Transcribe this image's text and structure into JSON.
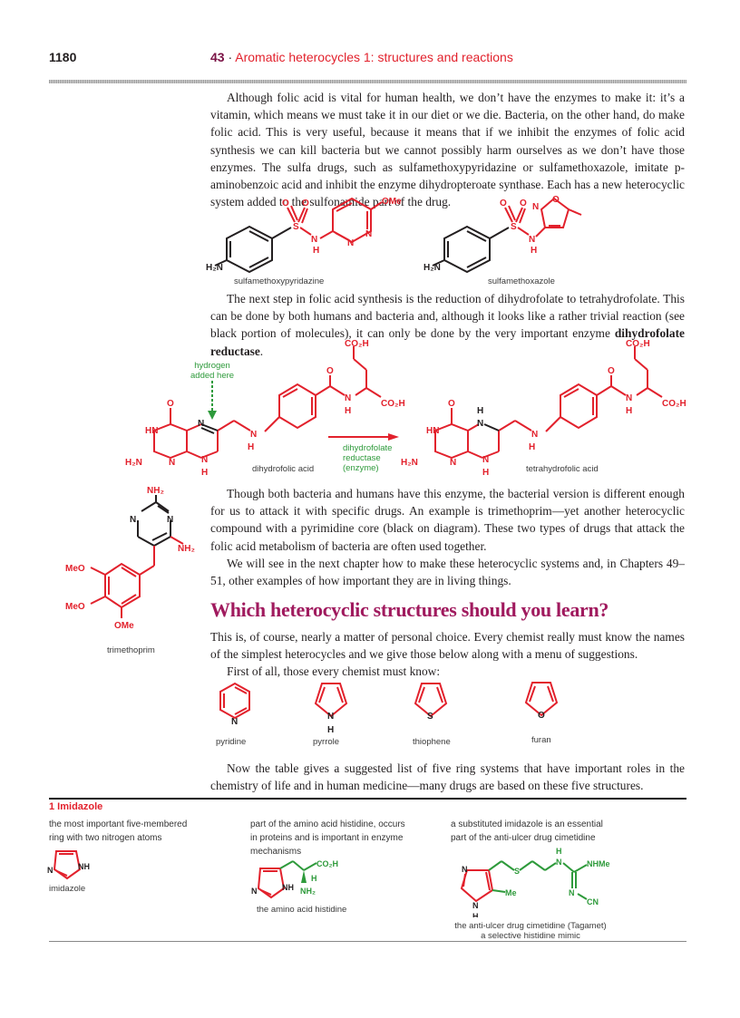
{
  "header": {
    "page_number": "1180",
    "chapter_number": "43",
    "separator": "·",
    "chapter_title": "Aromatic heterocycles 1: structures and reactions"
  },
  "paragraphs": {
    "p1": "Although folic acid is vital for human health, we don’t have the enzymes to make it: it’s a vitamin, which means we must take it in our diet or we die. Bacteria, on the other hand, do make folic acid. This is very useful, because it means that if we inhibit the enzymes of folic acid synthesis we can kill bacteria but we cannot possibly harm ourselves as we don’t have those enzymes. The sulfa drugs, such as sulfamethoxypyridazine or sulfamethoxazole, imitate p-aminobenzoic acid and inhibit the enzyme dihydropteroate synthase. Each has a new heterocyclic system added to the sulfonamide part of the drug.",
    "p2_start": "The next step in folic acid synthesis is the reduction of dihydrofolate to tetrahydrofolate. This can be done by both humans and bacteria and, although it looks like a rather trivial reaction (see black portion of molecules), it can only be done by the very important enzyme ",
    "p2_bold": "dihydrofolate reductase",
    "p2_end": ".",
    "p3": "Though both bacteria and humans have this enzyme, the bacterial version is different enough for us to attack it with specific drugs. An example is trimethoprim—yet another heterocyclic compound with a pyrimidine core (black on diagram). These two types of drugs that attack the folic acid metabolism of bacteria are often used together.",
    "p4": "We will see in the next chapter how to make these heterocyclic systems and, in Chapters 49–51, other examples of how important they are in living things.",
    "p5": "This is, of course, nearly a matter of personal choice. Every chemist really must know the names of the simplest heterocycles and we give those below along with a menu of suggestions.",
    "p6": "First of all, those every chemist must know:",
    "p7": "Now the table gives a suggested list of five ring systems that have important roles in the chemistry of life and in human medicine—many drugs are based on these five structures."
  },
  "section": {
    "title": "Which heterocyclic structures should you learn?"
  },
  "figures": {
    "sulfa": {
      "left_caption": "sulfamethoxypyridazine",
      "right_caption": "sulfamethoxazole",
      "labels": {
        "ome": "OMe",
        "o": "O",
        "s": "S",
        "n": "N",
        "h": "H",
        "h2n": "H₂N"
      }
    },
    "folate": {
      "annotation": [
        "hydrogen",
        "added here"
      ],
      "left_caption": "dihydrofolic acid",
      "right_caption": "tetrahydrofolic acid",
      "arrow_label": [
        "dihydrofolate",
        "reductase",
        "(enzyme)"
      ],
      "labels": {
        "co2h": "CO₂H",
        "o": "O",
        "n": "N",
        "h": "H",
        "hn": "HN",
        "h2n": "H₂N"
      }
    },
    "trimethoprim": {
      "caption": "trimethoprim",
      "labels": {
        "nh2": "NH₂",
        "n": "N",
        "meo": "MeO",
        "ome": "OMe"
      }
    },
    "heterocycles": [
      {
        "name": "pyridine",
        "heteroatom": "N"
      },
      {
        "name": "pyrrole",
        "heteroatom": "N",
        "h": "H"
      },
      {
        "name": "thiophene",
        "heteroatom": "S"
      },
      {
        "name": "furan",
        "heteroatom": "O"
      }
    ]
  },
  "table": {
    "heading": "1 Imidazole",
    "columns": [
      {
        "text": [
          "the most important five-membered",
          "ring with two nitrogen atoms"
        ],
        "caption": "imidazole"
      },
      {
        "text": [
          "part of the amino acid histidine, occurs",
          "in proteins and is important in enzyme",
          "mechanisms"
        ],
        "caption": "the amino acid histidine"
      },
      {
        "text": [
          "a substituted imidazole is an essential",
          "part of the anti-ulcer drug cimetidine"
        ],
        "caption": [
          "the anti-ulcer drug cimetidine (Tagamet)",
          "a selective histidine mimic"
        ]
      }
    ]
  },
  "colors": {
    "red": "#e2212c",
    "green": "#2e9a3b",
    "maroon": "#a01a5e",
    "black": "#231f20"
  }
}
